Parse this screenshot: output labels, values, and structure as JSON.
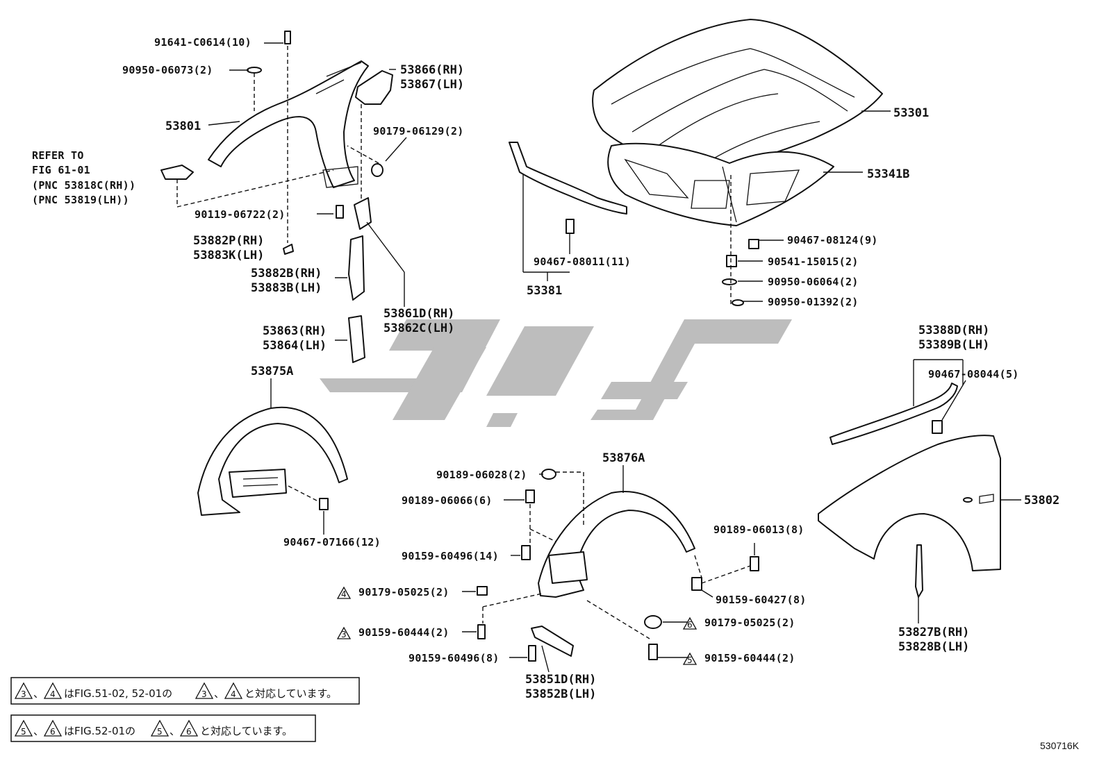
{
  "diagram_id": "530716K",
  "refer_note": {
    "line1": "REFER TO",
    "line2": "FIG 61-01",
    "line3": "(PNC 53818C(RH))",
    "line4": "(PNC 53819(LH))"
  },
  "parts": {
    "p91641": "91641-C0614(10)",
    "p90950a": "90950-06073(2)",
    "p53866": "53866(RH)",
    "p53867": "53867(LH)",
    "p53801": "53801",
    "p90179a": "90179-06129(2)",
    "p90119": "90119-06722(2)",
    "p53882P": "53882P(RH)",
    "p53883K": "53883K(LH)",
    "p53882B": "53882B(RH)",
    "p53883B": "53883B(LH)",
    "p53861D": "53861D(RH)",
    "p53862C": "53862C(LH)",
    "p53863": "53863(RH)",
    "p53864": "53864(LH)",
    "p53875A": "53875A",
    "p90467a": "90467-07166(12)",
    "p53301": "53301",
    "p53341B": "53341B",
    "p90467b": "90467-08011(11)",
    "p53381": "53381",
    "p90467c": "90467-08124(9)",
    "p90541": "90541-15015(2)",
    "p90950b": "90950-06064(2)",
    "p90950c": "90950-01392(2)",
    "p53388D": "53388D(RH)",
    "p53389B": "53389B(LH)",
    "p90467d": "90467-08044(5)",
    "p53802": "53802",
    "p53827B": "53827B(RH)",
    "p53828B": "53828B(LH)",
    "p53876A": "53876A",
    "p90189a": "90189-06028(2)",
    "p90189b": "90189-06066(6)",
    "p90159a": "90159-60496(14)",
    "p90179b": "90179-05025(2)",
    "p90159b": "90159-60444(2)",
    "p90159c": "90159-60496(8)",
    "p53851D": "53851D(RH)",
    "p53852B": "53852B(LH)",
    "p90189c": "90189-06013(8)",
    "p90159d": "90159-60427(8)",
    "p90179c": "90179-05025(2)",
    "p90159e": "90159-60444(2)"
  },
  "markers": {
    "m3": "3",
    "m4": "4",
    "m5": "5",
    "m6": "6"
  },
  "notes": {
    "note1_mid1": "、",
    "note1_text": "はFIG.51-02, 52-01の",
    "note1_mid2": "、",
    "note1_end": "と対応しています。",
    "note2_mid1": "、",
    "note2_text": "はFIG.52-01の",
    "note2_mid2": "、",
    "note2_end": "と対応しています。"
  }
}
